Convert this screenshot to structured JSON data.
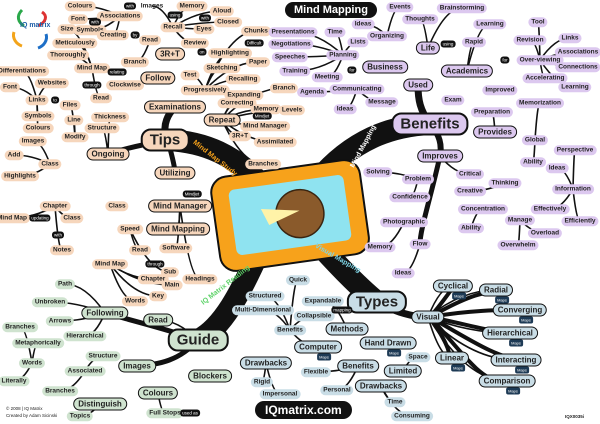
{
  "title": "Mind Mapping",
  "logo": "IQ matrix",
  "website": "IQmatrix.com",
  "code": "IQX0035i",
  "copyright": "© 2008 | IQ Matrix",
  "credit": "Created by Adam Sicinski",
  "trunks": {
    "study": "Mind Map Study",
    "mapping": "Mind Mapping",
    "reading": "IQ Matrix Reading",
    "visual": "Visual Mapping"
  },
  "maps_tag": "Maps",
  "nodes": {
    "study": [
      "Colours",
      "Associations",
      "Font",
      "Size",
      "Symbols",
      "Memory",
      "Aloud",
      "Closed",
      "Eyes",
      "Chunks",
      "Creating",
      "Read",
      "Recall",
      "Review",
      "Highlighting",
      "Meticulously",
      "Thoroughly",
      "Mind Map",
      "Branch",
      "3R+T",
      "Test",
      "Sketching",
      "Paper",
      "Differentiations",
      "Websites",
      "Font",
      "Links",
      "Files",
      "Clockwise",
      "Follow",
      "Progressively",
      "Recalling",
      "Expanding",
      "Correcting",
      "Memory",
      "Branch",
      "Symbols",
      "Colours",
      "Images",
      "Add",
      "Highlights",
      "Read",
      "Examinations",
      "Repeat",
      "Line",
      "Thickness",
      "Structure",
      "Modify",
      "Mind Manager",
      "3R+T",
      "Assimilated",
      "Branches",
      "Tips",
      "Ongoing",
      "Class",
      "Utilizing",
      "Chapter",
      "Mind Map",
      "Class",
      "Class",
      "Speed",
      "Mind Manager",
      "Mind Mapping",
      "Notes",
      "Mind Map",
      "Read",
      "Software",
      "Chapter",
      "Sub",
      "Main",
      "Headings",
      "Key",
      "Words",
      "Images",
      "Levels"
    ],
    "benefits": [
      "Presentations",
      "Negotiations",
      "Speeches",
      "Training",
      "Events",
      "Thoughts",
      "Brainstorming",
      "Ideas",
      "Lists",
      "Organizing",
      "Time",
      "Planning",
      "Life",
      "Learning",
      "Tool",
      "Rapid",
      "Revision",
      "Links",
      "Associations",
      "Over-viewing",
      "Connections",
      "Business",
      "Meeting",
      "Agenda",
      "Communicating",
      "Academics",
      "Accelerating",
      "Used",
      "Message",
      "Improved",
      "Learning",
      "Ideas",
      "Exam",
      "Memorization",
      "Preparation",
      "Benefits",
      "Provides",
      "Global",
      "Perspective",
      "Improves",
      "Solving",
      "Problem",
      "Critical",
      "Thinking",
      "Ability",
      "Ideas",
      "Information",
      "Confidence",
      "Creative",
      "Concentration",
      "Effectively",
      "Efficiently",
      "Photographic",
      "Ability",
      "Manage",
      "Overload",
      "Overwhelm",
      "Memory",
      "Flow",
      "Ideas"
    ],
    "reading": [
      "Path",
      "Unbroken",
      "Arrows",
      "Branches",
      "Following",
      "Read",
      "Hierarchical",
      "Metaphorically",
      "Guide",
      "Words",
      "Associated",
      "Structure",
      "Images",
      "Literally",
      "Branches",
      "Blockers",
      "Colours",
      "Distinguish",
      "Topics",
      "Full Stops"
    ],
    "visual": [
      "Quick",
      "Structured",
      "Multi-Dimensional",
      "Expandable",
      "Collapsible",
      "Benefits",
      "Methods",
      "Types",
      "Visual",
      "Cyclical",
      "Radial",
      "Converging",
      "Hierarchical",
      "Hand Drawn",
      "Computer",
      "Drawbacks",
      "Interacting",
      "Linear",
      "Benefits",
      "Flexible",
      "Personal",
      "Limited",
      "Space",
      "Drawbacks",
      "Rigid",
      "Impersonal",
      "Comparison",
      "Time",
      "Consuming"
    ]
  },
  "connectors": [
    "with",
    "with",
    "using",
    "with",
    "by",
    "on",
    "Difficult",
    "through",
    "relating",
    "to",
    "updating",
    "with",
    "through",
    "used as",
    "mapping",
    "for",
    "using",
    "for",
    "Mindjet",
    "Mindjet"
  ],
  "colors": {
    "study": "#f6d6bc",
    "benefits": "#dcc8ef",
    "reading": "#cfe3cf",
    "visual": "#c9dde6",
    "trunk": "#111111",
    "scroll": "#f7a21b"
  }
}
